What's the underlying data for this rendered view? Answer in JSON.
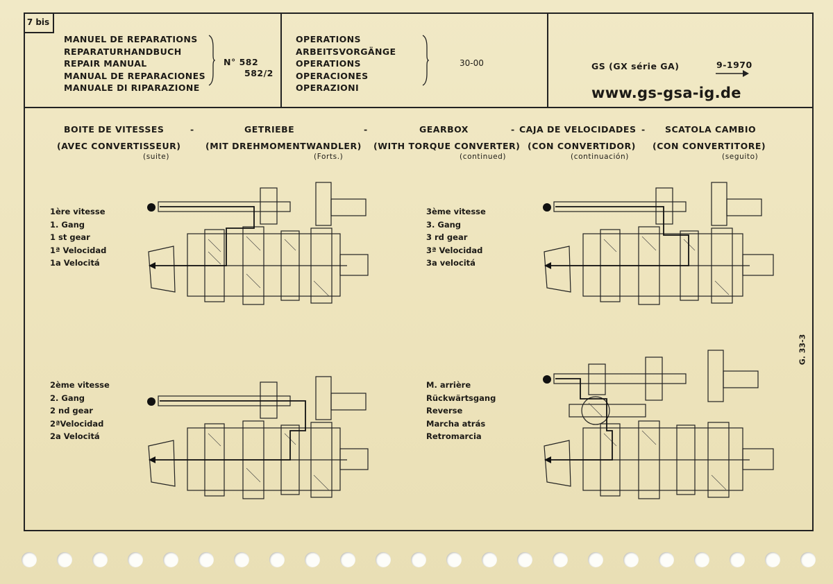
{
  "header": {
    "tag": "7 bis",
    "manual_titles": [
      "MANUEL DE REPARATIONS",
      "REPARATURHANDBUCH",
      "REPAIR MANUAL",
      "MANUAL DE REPARACIONES",
      "MANUALE DI RIPARAZIONE"
    ],
    "number_label": "N° 582",
    "number_sub": "582/2",
    "operations": [
      "OPERATIONS",
      "ARBEITSVORGÄNGE",
      "OPERATIONS",
      "OPERACIONES",
      "OPERAZIONI"
    ],
    "op_code": "30-00",
    "model": "GS (GX série GA)",
    "date": "9-1970",
    "url": "www.gs-gsa-ig.de"
  },
  "headings": [
    {
      "title": "BOITE DE VITESSES",
      "sub": "(AVEC CONVERTISSEUR)",
      "note": "(suite)"
    },
    {
      "title": "GETRIEBE",
      "sub": "(MIT DREHMOMENTWANDLER)",
      "note": "(Forts.)"
    },
    {
      "title": "GEARBOX",
      "sub": "(WITH TORQUE CONVERTER)",
      "note": "(continued)"
    },
    {
      "title": "CAJA DE VELOCIDADES",
      "sub": "(CON CONVERTIDOR)",
      "note": "(continuación)"
    },
    {
      "title": "SCATOLA CAMBIO",
      "sub": "(CON CONVERTITORE)",
      "note": "(seguito)"
    }
  ],
  "separator": "-",
  "gears": [
    {
      "labels": [
        "1ère vitesse",
        "1. Gang",
        "1 st gear",
        "1ª Velocidad",
        "1a Velocitá"
      ]
    },
    {
      "labels": [
        "3ème vitesse",
        "3. Gang",
        "3 rd gear",
        "3ª Velocidad",
        "3a velocitá"
      ]
    },
    {
      "labels": [
        "2ème vitesse",
        "2. Gang",
        "2 nd gear",
        "2ªVelocidad",
        "2a Velocitá"
      ]
    },
    {
      "labels": [
        "M. arrière",
        "Rückwärtsgang",
        "Reverse",
        "Marcha atrás",
        "Retromarcia"
      ]
    }
  ],
  "page_ref": "G. 33-3",
  "colors": {
    "paper": "#efe6bf",
    "ink": "#1c1a16"
  }
}
